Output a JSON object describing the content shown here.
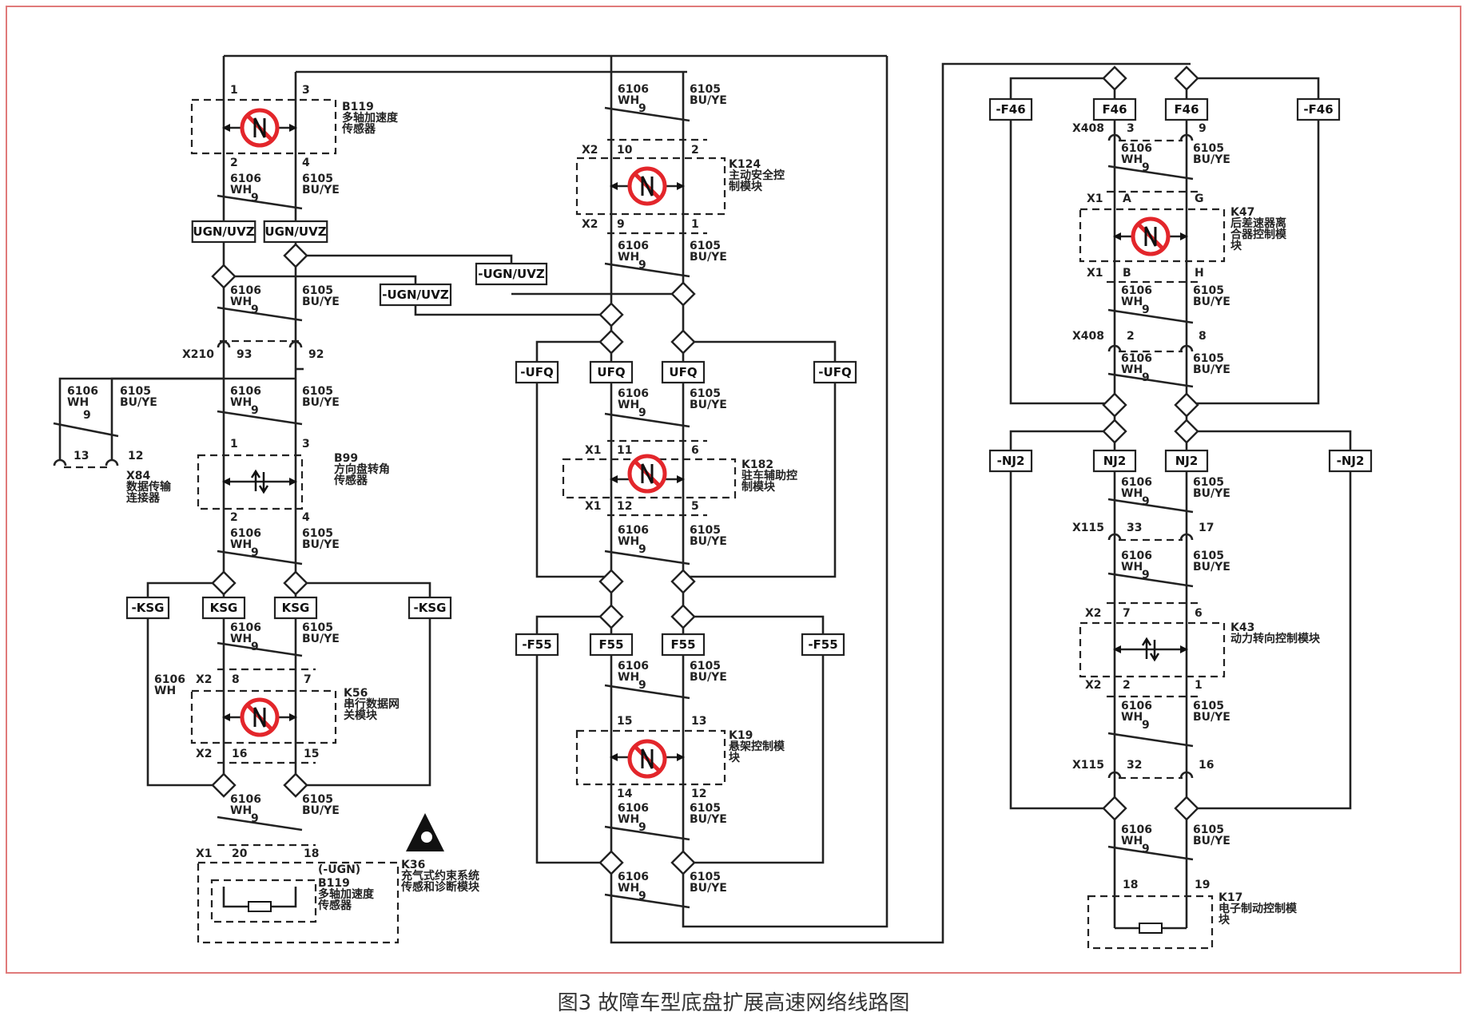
{
  "caption": "图3 故障车型底盘扩展高速网络线路图",
  "wire_labels": {
    "n6106": "6106",
    "n6105": "6105",
    "wh": "WH",
    "buye": "BU/YE",
    "twist": "9"
  },
  "connector_boxes": [
    {
      "id": "ugn-uvz-1",
      "label": "UGN/UVZ"
    },
    {
      "id": "ugn-uvz-2",
      "label": "UGN/UVZ"
    },
    {
      "id": "neg-ugn-uvz-1",
      "label": "-UGN/UVZ"
    },
    {
      "id": "neg-ugn-uvz-2",
      "label": "-UGN/UVZ"
    },
    {
      "id": "neg-ufq-1",
      "label": "-UFQ"
    },
    {
      "id": "ufq-1",
      "label": "UFQ"
    },
    {
      "id": "ufq-2",
      "label": "UFQ"
    },
    {
      "id": "neg-ufq-2",
      "label": "-UFQ"
    },
    {
      "id": "neg-ksg-1",
      "label": "-KSG"
    },
    {
      "id": "ksg-1",
      "label": "KSG"
    },
    {
      "id": "ksg-2",
      "label": "KSG"
    },
    {
      "id": "neg-ksg-2",
      "label": "-KSG"
    },
    {
      "id": "neg-f55-1",
      "label": "-F55"
    },
    {
      "id": "f55-1",
      "label": "F55"
    },
    {
      "id": "f55-2",
      "label": "F55"
    },
    {
      "id": "neg-f55-2",
      "label": "-F55"
    },
    {
      "id": "neg-f46-1",
      "label": "-F46"
    },
    {
      "id": "f46-1",
      "label": "F46"
    },
    {
      "id": "f46-2",
      "label": "F46"
    },
    {
      "id": "neg-f46-2",
      "label": "-F46"
    },
    {
      "id": "neg-nj2-1",
      "label": "-NJ2"
    },
    {
      "id": "nj2-1",
      "label": "NJ2"
    },
    {
      "id": "nj2-2",
      "label": "NJ2"
    },
    {
      "id": "neg-nj2-2",
      "label": "-NJ2"
    }
  ],
  "modules": {
    "b119_top": {
      "code": "B119",
      "line1": "多轴加速度",
      "line2": "传感器",
      "pin_a": "1",
      "pin_b": "3",
      "pin_c": "2",
      "pin_d": "4"
    },
    "x210": {
      "code": "X210",
      "pin_a": "93",
      "pin_b": "92"
    },
    "x84": {
      "code": "X84",
      "line1": "数据传输",
      "line2": "连接器",
      "pin_a": "13",
      "pin_b": "12"
    },
    "b99": {
      "code": "B99",
      "line1": "方向盘转角",
      "line2": "传感器",
      "pin_a": "1",
      "pin_b": "3",
      "pin_c": "2",
      "pin_d": "4"
    },
    "k56": {
      "code": "K56",
      "line1": "串行数据网",
      "line2": "关模块",
      "conn": "X2",
      "pin_a": "8",
      "pin_b": "7",
      "pin_c": "16",
      "pin_d": "15"
    },
    "k36": {
      "code": "K36",
      "line1": "充气式约束系统",
      "line2": "传感和诊断模块",
      "conn": "X1",
      "pin_a": "20",
      "pin_b": "18",
      "sub": "(-UGN)",
      "sub_code": "B119",
      "sub_line1": "多轴加速度",
      "sub_line2": "传感器"
    },
    "k124": {
      "code": "K124",
      "line1": "主动安全控",
      "line2": "制模块",
      "conn": "X2",
      "pin_a": "10",
      "pin_b": "2",
      "pin_c": "9",
      "pin_d": "1"
    },
    "k182": {
      "code": "K182",
      "line1": "驻车辅助控",
      "line2": "制模块",
      "conn": "X1",
      "pin_a": "11",
      "pin_b": "6",
      "pin_c": "12",
      "pin_d": "5"
    },
    "k19": {
      "code": "K19",
      "line1": "悬架控制模",
      "line2": "块",
      "pin_a": "15",
      "pin_b": "13",
      "pin_c": "14",
      "pin_d": "12"
    },
    "x408": {
      "code": "X408",
      "pin_a": "3",
      "pin_b": "9",
      "pin_c": "2",
      "pin_d": "8"
    },
    "k47": {
      "code": "K47",
      "line1": "后差速器离",
      "line2": "合器控制模",
      "line3": "块",
      "conn": "X1",
      "pin_a": "A",
      "pin_b": "G",
      "pin_c": "B",
      "pin_d": "H"
    },
    "x115": {
      "code": "X115",
      "pin_a": "33",
      "pin_b": "17",
      "pin_c": "32",
      "pin_d": "16"
    },
    "k43": {
      "code": "K43",
      "line1": "动力转向控制模块",
      "conn": "X2",
      "pin_a": "7",
      "pin_b": "6",
      "pin_c": "2",
      "pin_d": "1"
    },
    "k17": {
      "code": "K17",
      "line1": "电子制动控制模",
      "line2": "块",
      "pin_a": "18",
      "pin_b": "19"
    }
  },
  "icons": {
    "no_terminator": "no-termination-icon",
    "two_way": "two-way-arrows-icon",
    "resistor": "terminating-resistor-icon",
    "airbag": "airbag-warning-icon"
  }
}
